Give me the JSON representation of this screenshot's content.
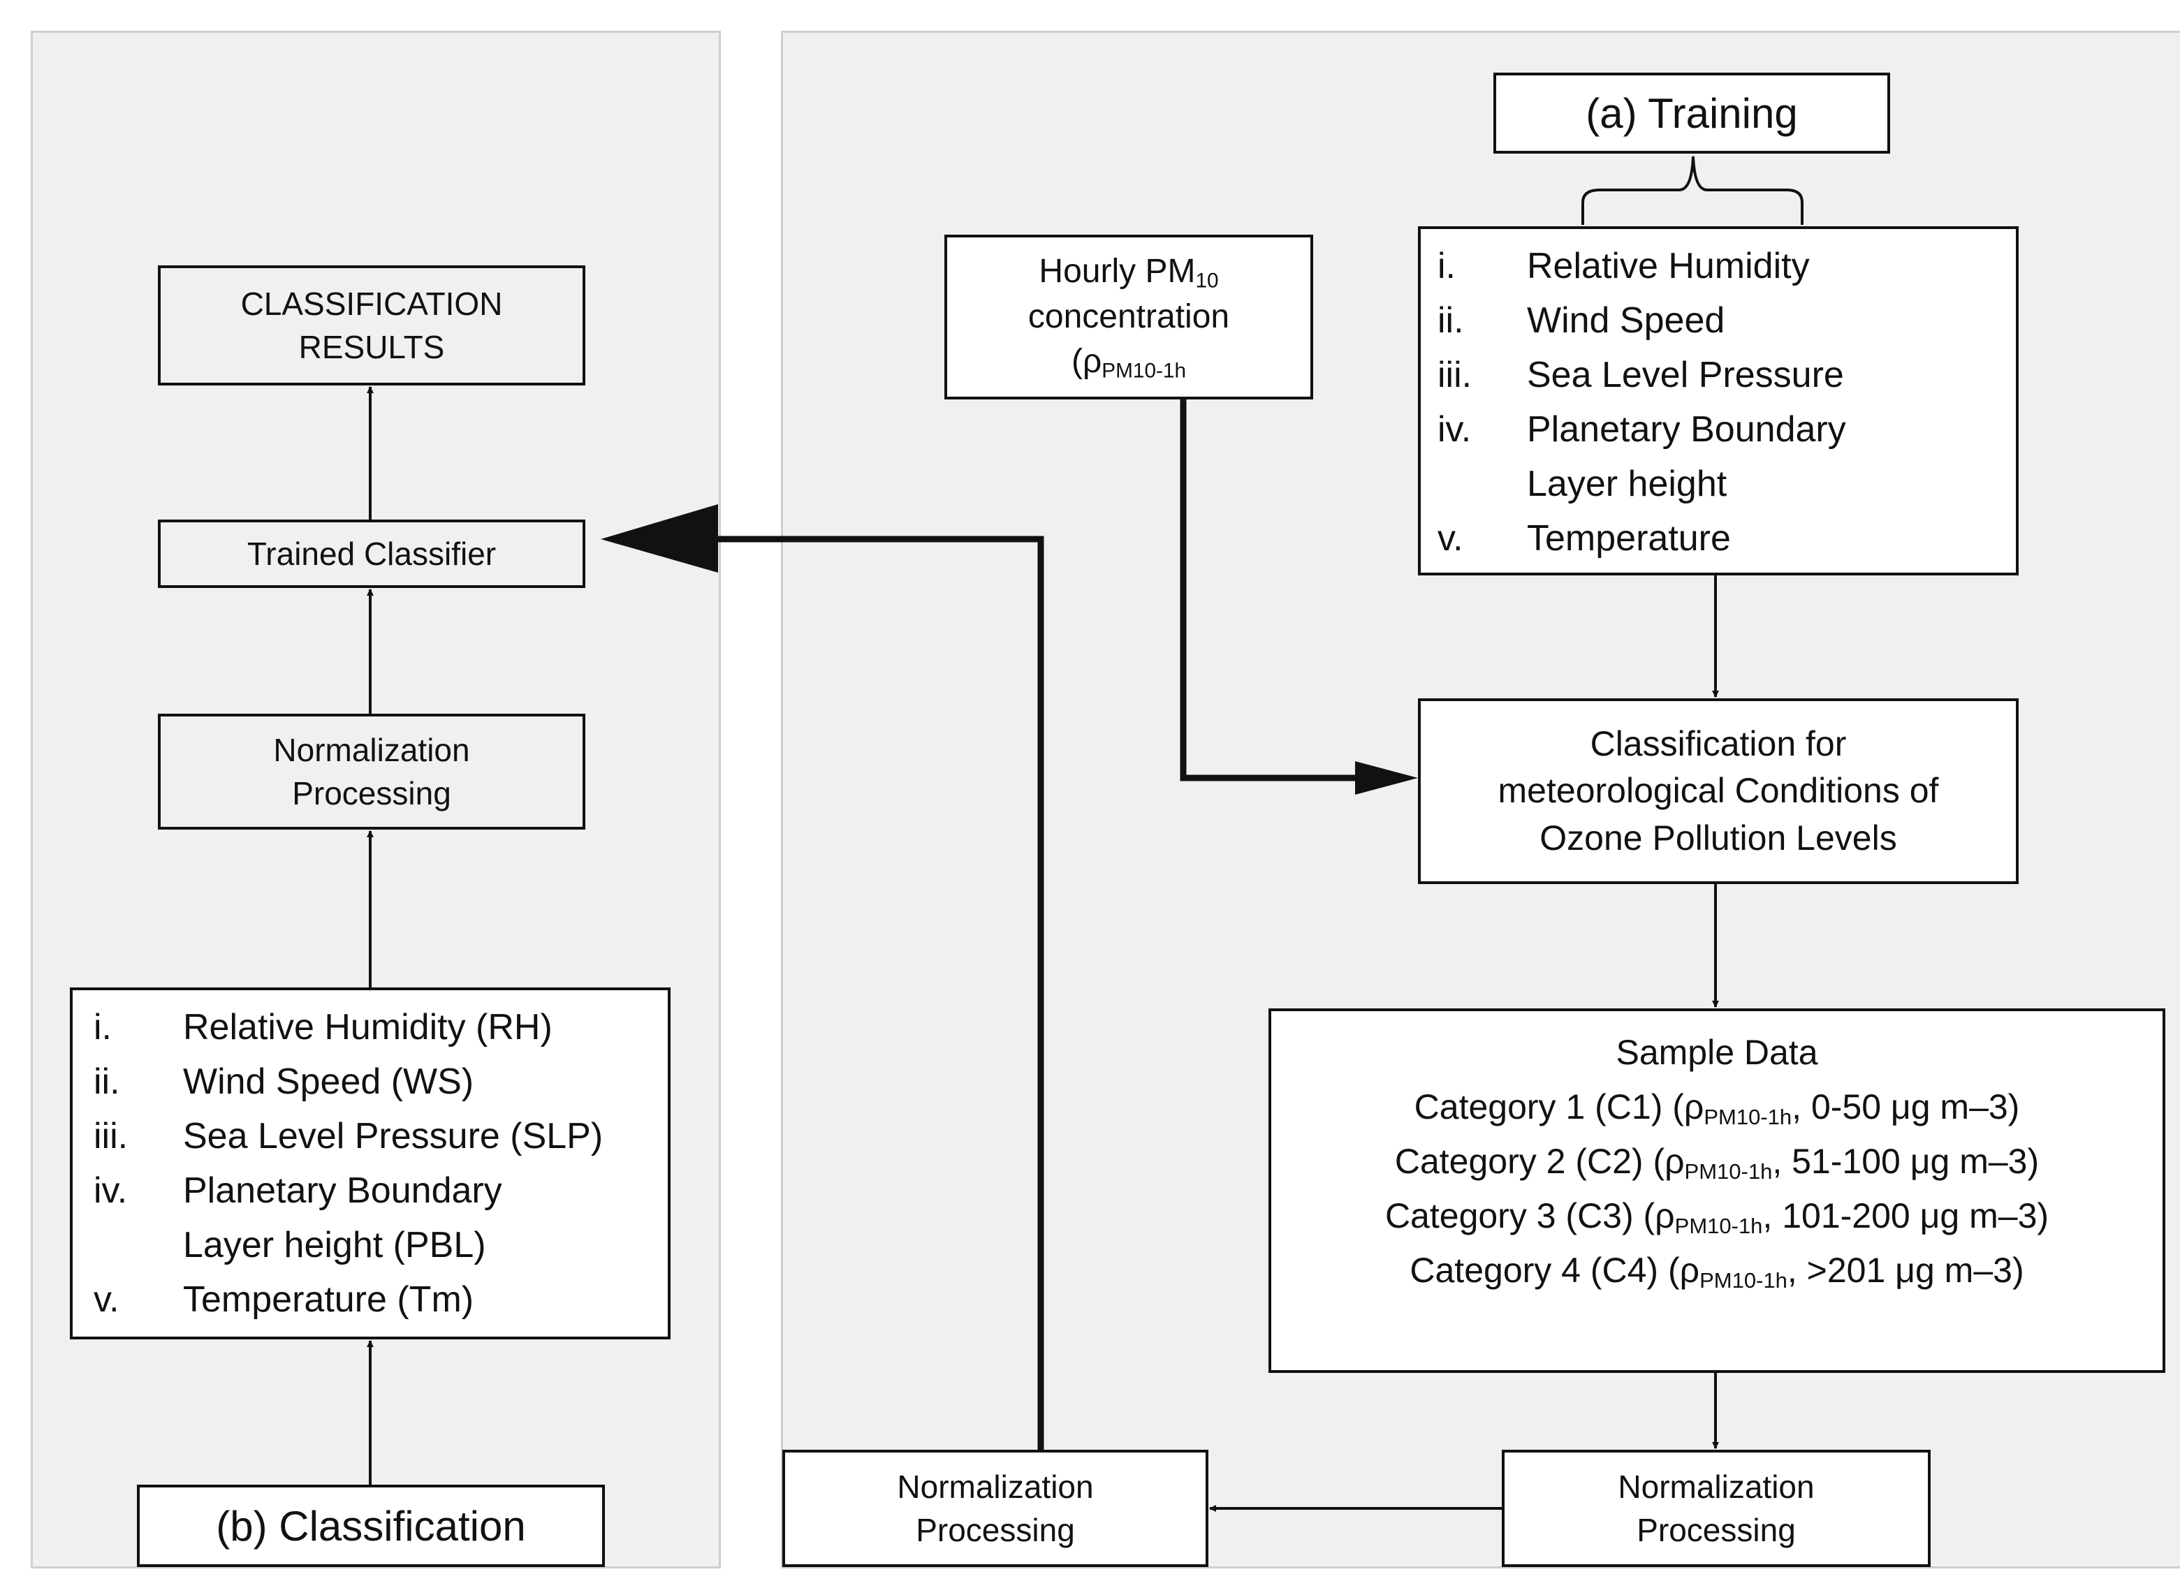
{
  "classification_panel": {
    "title": "(b) Classification",
    "results": [
      "CLASSIFICATION",
      "RESULTS"
    ],
    "trained_classifier": "Trained Classifier",
    "normalization": [
      "Normalization",
      "Processing"
    ],
    "features": [
      {
        "num": "i.",
        "text": "Relative Humidity (RH)"
      },
      {
        "num": "ii.",
        "text": "Wind Speed (WS)"
      },
      {
        "num": "iii.",
        "text": "Sea Level Pressure (SLP)"
      },
      {
        "num": "iv.",
        "text": "Planetary Boundary"
      },
      {
        "num": "",
        "text": "Layer height (PBL)"
      },
      {
        "num": "v.",
        "text": "Temperature (Tm)"
      }
    ]
  },
  "training_panel": {
    "title": "(a) Training",
    "features": [
      {
        "num": "i.",
        "text": "Relative Humidity"
      },
      {
        "num": "ii.",
        "text": "Wind Speed"
      },
      {
        "num": "iii.",
        "text": "Sea Level Pressure"
      },
      {
        "num": "iv.",
        "text": "Planetary Boundary"
      },
      {
        "num": "",
        "text": "Layer height"
      },
      {
        "num": "v.",
        "text": "Temperature"
      }
    ],
    "pm10": {
      "line1": "Hourly PM",
      "line1_sub": "10",
      "line2": "concentration",
      "line3": "(ρ",
      "line3_sub": "PM10-1h"
    },
    "classification": [
      "Classification for",
      "meteorological Conditions of",
      "Ozone Pollution Levels"
    ],
    "sample_data": {
      "title": "Sample Data",
      "categories": [
        {
          "prefix": "Category 1 (C1) (ρ",
          "sub": "PM10-1h",
          "suffix": ", 0-50 μg m–3)"
        },
        {
          "prefix": "Category 2 (C2) (ρ",
          "sub": "PM10-1h",
          "suffix": ", 51-100 μg m–3)"
        },
        {
          "prefix": "Category 3 (C3) (ρ",
          "sub": "PM10-1h",
          "suffix": ", 101-200 μg m–3)"
        },
        {
          "prefix": "Category 4 (C4) (ρ",
          "sub": "PM10-1h",
          "suffix": ", >201 μg m–3)"
        }
      ]
    },
    "normalization_right": [
      "Normalization",
      "Processing"
    ],
    "normalization_mid": [
      "Normalization",
      "Processing"
    ]
  }
}
